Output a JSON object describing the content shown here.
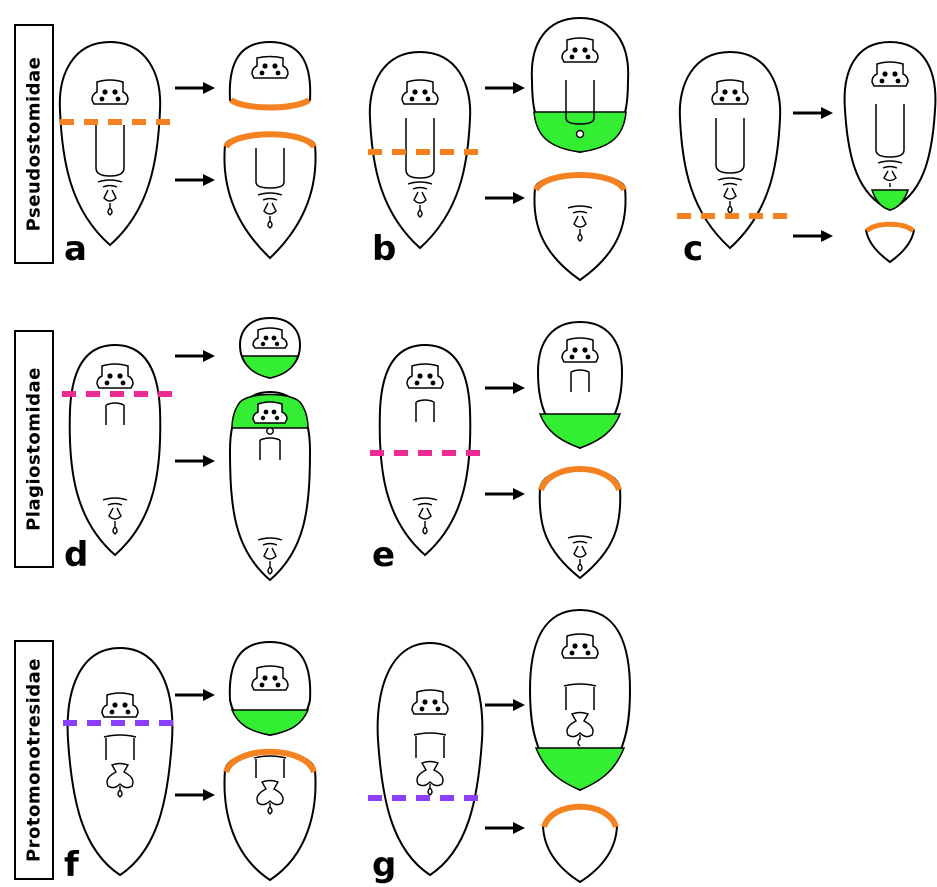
{
  "groups": [
    {
      "id": "pseudo",
      "label": "Pseudostomidae",
      "cut_color": "#f58220"
    },
    {
      "id": "plagio",
      "label": "Plagiostomidae",
      "cut_color": "#ec2a8f"
    },
    {
      "id": "proto",
      "label": "Protomonotresidae",
      "cut_color": "#8a3ffc"
    }
  ],
  "panels": [
    {
      "letter": "a",
      "group": "Pseudostomidae"
    },
    {
      "letter": "b",
      "group": "Pseudostomidae"
    },
    {
      "letter": "c",
      "group": "Pseudostomidae"
    },
    {
      "letter": "d",
      "group": "Plagiostomidae"
    },
    {
      "letter": "e",
      "group": "Plagiostomidae"
    },
    {
      "letter": "f",
      "group": "Protomonotresidae"
    },
    {
      "letter": "g",
      "group": "Protomonotresidae"
    }
  ],
  "colors": {
    "wound_edge": "#f58220",
    "regenerated_tissue": "#33ee33",
    "outline": "#000000",
    "arrow": "#000000"
  }
}
